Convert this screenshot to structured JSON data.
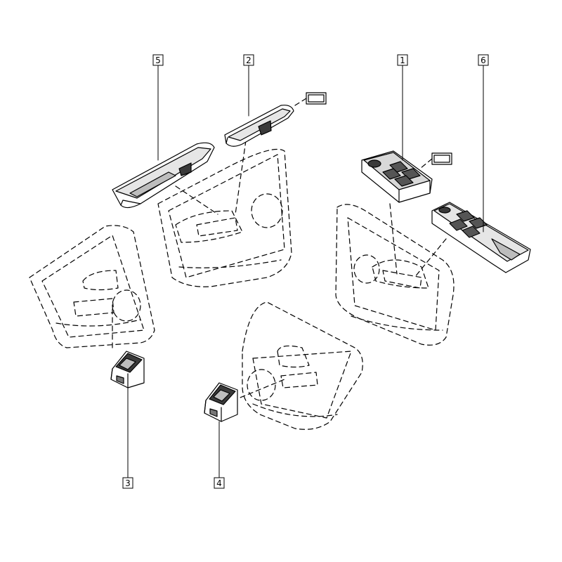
{
  "diagram": {
    "callouts": [
      {
        "id": "1",
        "label": "1"
      },
      {
        "id": "2",
        "label": "2"
      },
      {
        "id": "3",
        "label": "3"
      },
      {
        "id": "4",
        "label": "4"
      },
      {
        "id": "5",
        "label": "5"
      },
      {
        "id": "6",
        "label": "6"
      }
    ],
    "reference_tags": [
      {
        "id": "tag-a",
        "label": ""
      },
      {
        "id": "tag-b",
        "label": ""
      }
    ],
    "colors": {
      "line": "#000000",
      "part_fill": "#ffffff",
      "shading": "#cfcfcf",
      "dark": "#3a3a3a"
    }
  }
}
